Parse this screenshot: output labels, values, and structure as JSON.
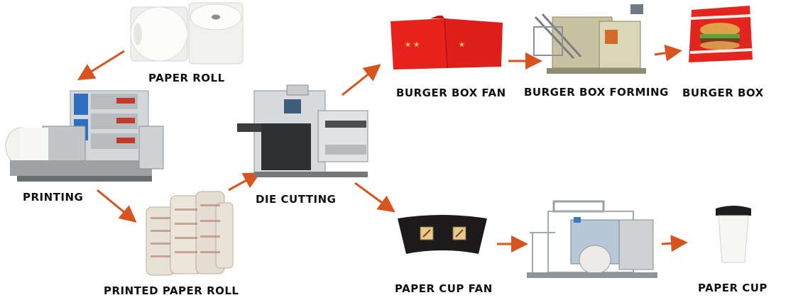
{
  "colors": {
    "arrow": "#d9531e",
    "burger_red": "#e8221c",
    "machine_gray": "#c9ccce",
    "machine_dark": "#3a3d40",
    "paper_white": "#f4f4f2"
  },
  "labels": {
    "paper_roll": "PAPER ROLL",
    "printing": "PRINTING",
    "printed_paper_roll": "PRINTED PAPER ROLL",
    "die_cutting": "DIE CUTTING",
    "burger_box_fan": "BURGER BOX FAN",
    "burger_box_forming": "BURGER BOX FORMING",
    "burger_box": "BURGER BOX",
    "paper_cup_fan": "PAPER CUP FAN",
    "paper_cup": "PAPER CUP"
  },
  "images": [
    {
      "name": "paper-roll-icon"
    },
    {
      "name": "printing-machine-icon"
    },
    {
      "name": "printed-paper-roll-icon"
    },
    {
      "name": "die-cutting-machine-icon"
    },
    {
      "name": "burger-box-fan-icon"
    },
    {
      "name": "burger-box-forming-machine-icon"
    },
    {
      "name": "burger-box-icon"
    },
    {
      "name": "paper-cup-fan-icon"
    },
    {
      "name": "paper-cup-machine-icon"
    },
    {
      "name": "paper-cup-icon"
    }
  ]
}
